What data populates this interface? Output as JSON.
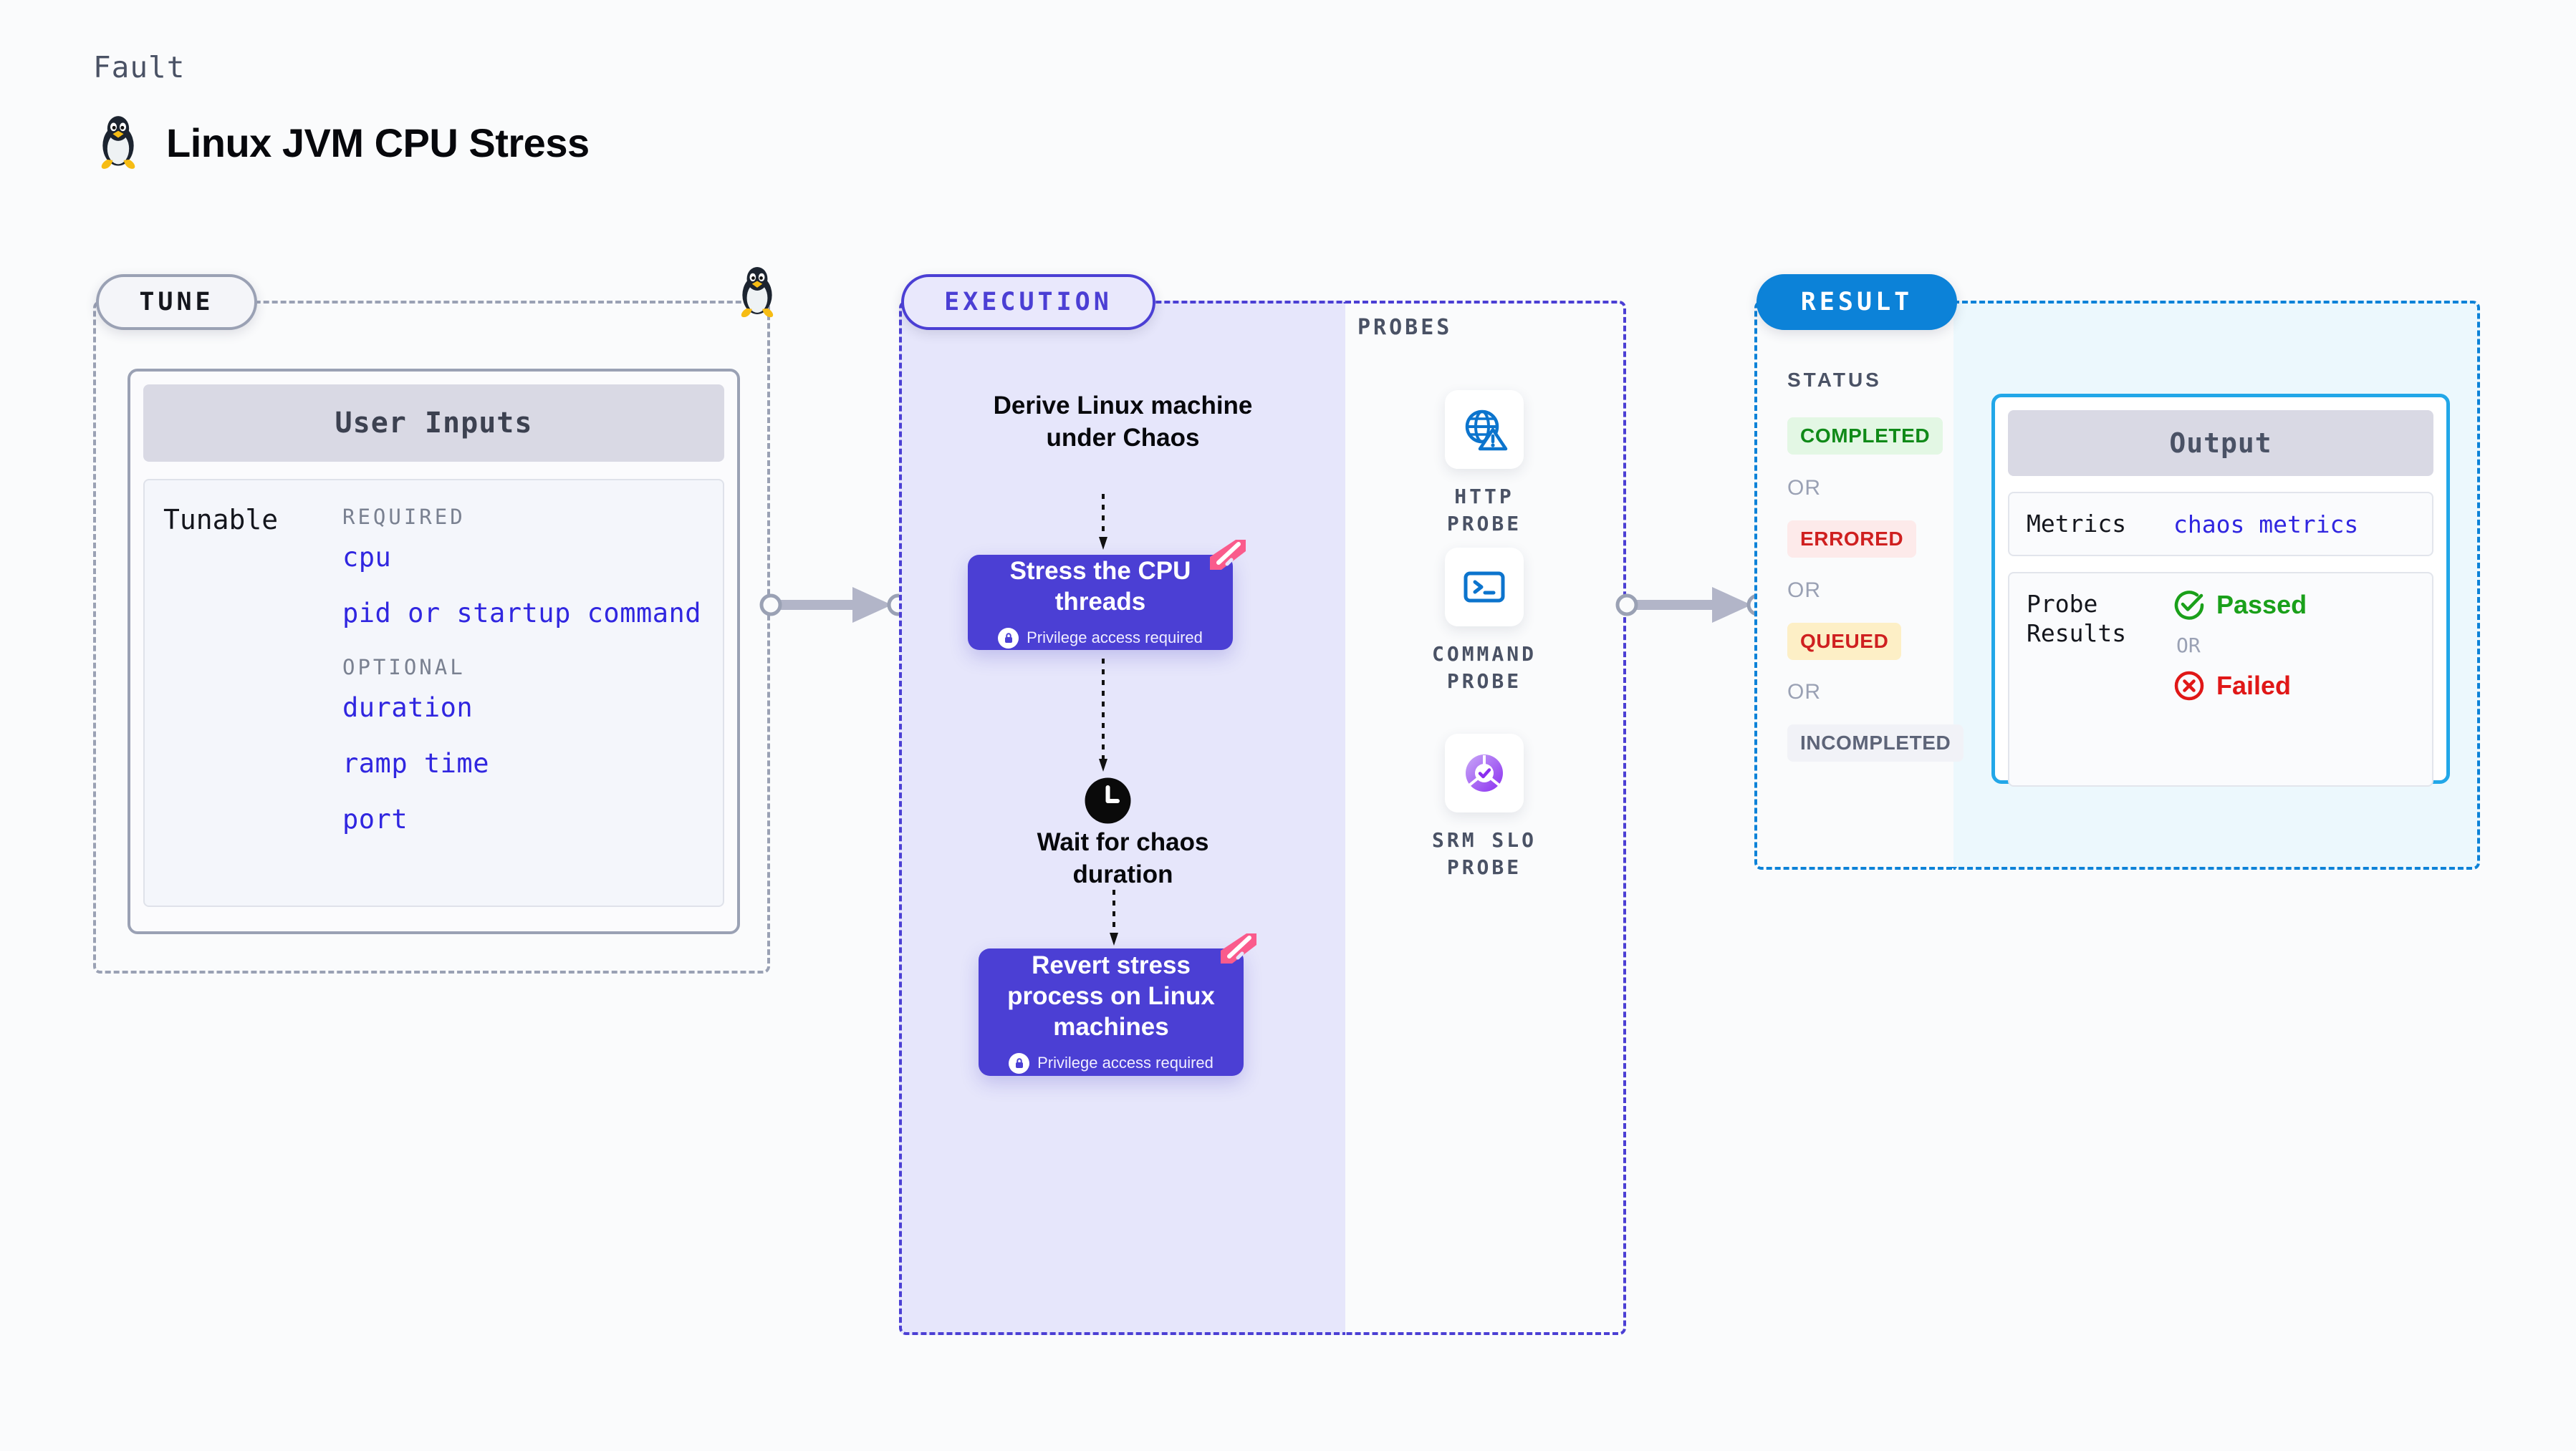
{
  "header": {
    "eyebrow": "Fault",
    "title": "Linux JVM CPU Stress",
    "tux_icon": "linux-penguin-icon"
  },
  "tune": {
    "pill_label": "TUNE",
    "card_header": "User Inputs",
    "tunable_label": "Tunable",
    "required_label": "REQUIRED",
    "optional_label": "OPTIONAL",
    "required": [
      "cpu",
      "pid or startup command"
    ],
    "optional": [
      "duration",
      "ramp time",
      "port"
    ]
  },
  "execution": {
    "pill_label": "EXECUTION",
    "steps": [
      {
        "kind": "text",
        "label": "Derive Linux machine under Chaos"
      },
      {
        "kind": "node",
        "label": "Stress the CPU threads",
        "sub": "Privilege access required",
        "badge": "harness-logo-icon",
        "lock": "lock-icon"
      },
      {
        "kind": "text",
        "label": "Wait for chaos duration",
        "icon": "clock-icon"
      },
      {
        "kind": "node",
        "label": "Revert stress process on Linux machines",
        "sub": "Privilege access required",
        "badge": "harness-logo-icon",
        "lock": "lock-icon"
      }
    ]
  },
  "probes": {
    "section_label": "PROBES",
    "items": [
      {
        "name": "HTTP PROBE",
        "icon": "globe-warning-icon"
      },
      {
        "name": "COMMAND PROBE",
        "icon": "terminal-icon"
      },
      {
        "name": "SRM SLO PROBE",
        "icon": "slo-check-icon"
      }
    ]
  },
  "result": {
    "pill_label": "RESULT",
    "status_label": "STATUS",
    "or_label": "OR",
    "statuses": [
      {
        "label": "COMPLETED",
        "bg": "#e3f7e4",
        "fg": "#108a18"
      },
      {
        "label": "ERRORED",
        "bg": "#fdeaea",
        "fg": "#cf2020"
      },
      {
        "label": "QUEUED",
        "bg": "#fdefc6",
        "fg": "#cf2020"
      },
      {
        "label": "INCOMPLETED",
        "bg": "#f1f2f7",
        "fg": "#5d6478"
      }
    ],
    "output": {
      "header": "Output",
      "metrics_key": "Metrics",
      "metrics_value": "chaos metrics",
      "probe_key": "Probe Results",
      "passed_label": "Passed",
      "failed_label": "Failed",
      "or_label": "OR"
    }
  },
  "colors": {
    "execution_accent": "#4b3fd4",
    "result_accent": "#0c82d8",
    "tune_accent": "#9aa1b4",
    "harness_pink": "#fa5b8c",
    "link_blue": "#3026e0"
  }
}
